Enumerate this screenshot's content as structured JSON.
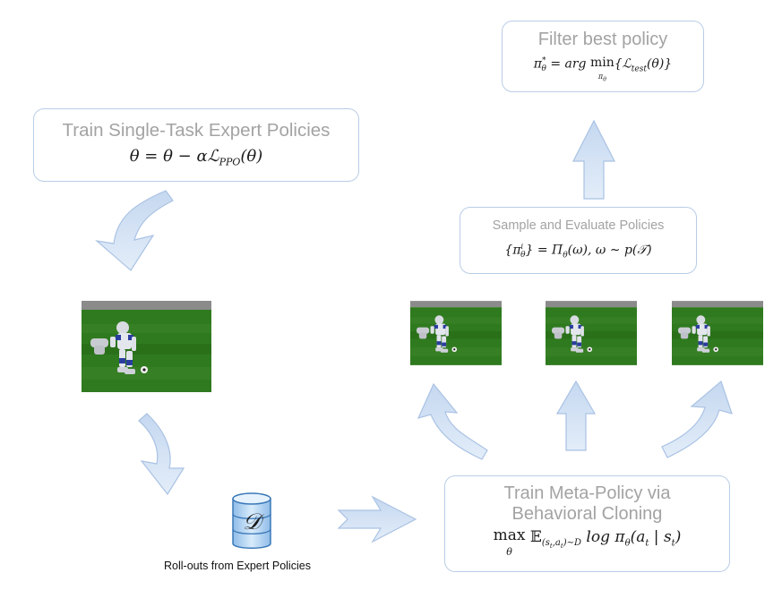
{
  "train_expert": {
    "title": "Train Single-Task Expert Policies",
    "equation": "θ = θ − αℒ",
    "equation_sub": "PPO",
    "equation_tail": "(θ)"
  },
  "roll_outs": {
    "db_symbol": "𝒟",
    "caption": "Roll-outs from Expert Policies"
  },
  "meta_policy": {
    "title_line1": "Train Meta-Policy via",
    "title_line2": "Behavioral Cloning",
    "eq_max": "max",
    "eq_max_sub": "θ",
    "eq_expect": "𝔼",
    "eq_expect_sub": "(s",
    "eq_expect_sub_t": "t",
    "eq_expect_sub_mid": ",a",
    "eq_expect_sub_t2": "t",
    "eq_expect_sub_tail": ")∼D",
    "eq_body": " log π",
    "eq_body_sub": "θ",
    "eq_body_tail": "(a",
    "eq_body_at": "t",
    "eq_body_mid": " | s",
    "eq_body_st": "t",
    "eq_body_end": ")"
  },
  "sample_evaluate": {
    "title": "Sample and Evaluate Policies",
    "equation": "{π",
    "eq_sup": "i",
    "eq_sub": "θ",
    "equation_tail": "} = Π",
    "eq_pi_sub": "θ",
    "equation_end": "(ω), ω ∼ p(𝒯)"
  },
  "filter_best": {
    "title": "Filter best policy",
    "eq_lhs": "π",
    "eq_lhs_sup": "*",
    "eq_lhs_sub": "θ",
    "eq_mid": " = arg ",
    "eq_min": "min",
    "eq_min_sub": "π",
    "eq_min_sub_sub": "θ",
    "eq_rhs": "{ℒ",
    "eq_rhs_sub": "test",
    "eq_rhs_tail": "(θ)}"
  },
  "colors": {
    "box_border": "#b9cde6",
    "title_gray": "#a3a3a3",
    "arrow_fill": "#d3e2f5",
    "arrow_stroke": "#a9c2e3",
    "field_green": "#2f7a1f",
    "sky_gray": "#8b8b8b"
  }
}
